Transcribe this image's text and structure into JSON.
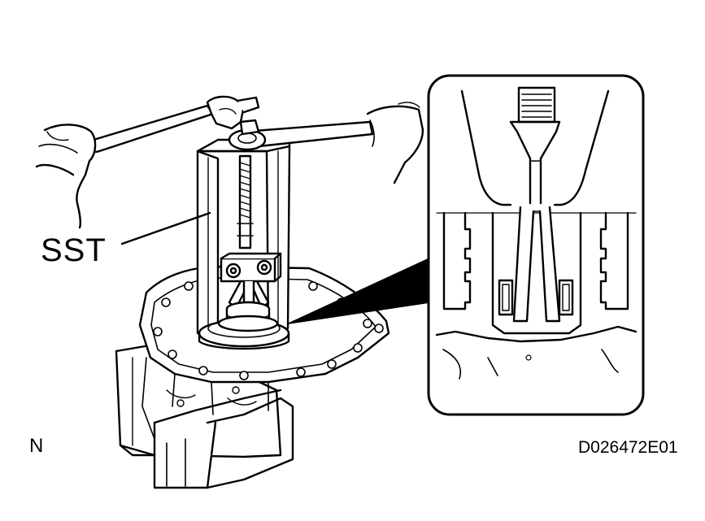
{
  "callouts": {
    "sst": "SST"
  },
  "corner_mark": "N",
  "figure_code": "D026472E01",
  "colors": {
    "ink": "#000000",
    "background": "#ffffff"
  },
  "icons": {
    "scene": "transaxle-bearing-puller-illustration",
    "detail": "bearing-race-detail-inset"
  }
}
